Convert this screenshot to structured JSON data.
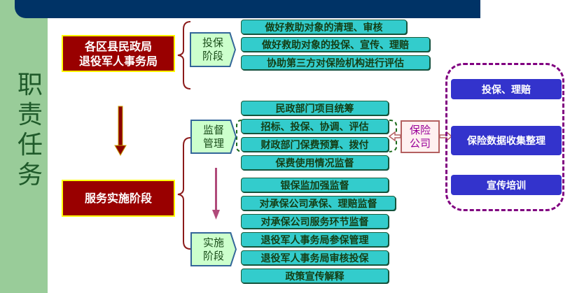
{
  "title": "职责任务",
  "agencies": {
    "line1": "各区县民政局",
    "line2": "退役军人事务局",
    "implement": "服务实施阶段"
  },
  "stages": {
    "insure": [
      "投保",
      "阶段"
    ],
    "supervise": [
      "监督",
      "管理"
    ],
    "execute": [
      "实施",
      "阶段"
    ]
  },
  "insure_tasks": [
    "做好救助对象的清理、审核",
    "做好救助对象的投保、宣传、理赔",
    "协助第三方对保险机构进行评估"
  ],
  "supervise_tasks": [
    "民政部门项目统筹",
    "招标、投保、协调、评估",
    "财政部门保费预算、拨付",
    "保费使用情况监督",
    "银保监加强监督",
    "对承保公司承保、理赔监督",
    "对承保公司服务环节监督"
  ],
  "execute_tasks": [
    "退役军人事务局参保管理",
    "退役军人事务局审核投保",
    "政策宣传解释"
  ],
  "insurer": [
    "保险",
    "公司"
  ],
  "insurer_tasks": [
    "投保、理赔",
    "保险数据收集整理",
    "宣传培训"
  ],
  "colors": {
    "accent": "#990000",
    "teal": "#33cccc",
    "blue": "#3333cc",
    "navy": "#003366"
  }
}
